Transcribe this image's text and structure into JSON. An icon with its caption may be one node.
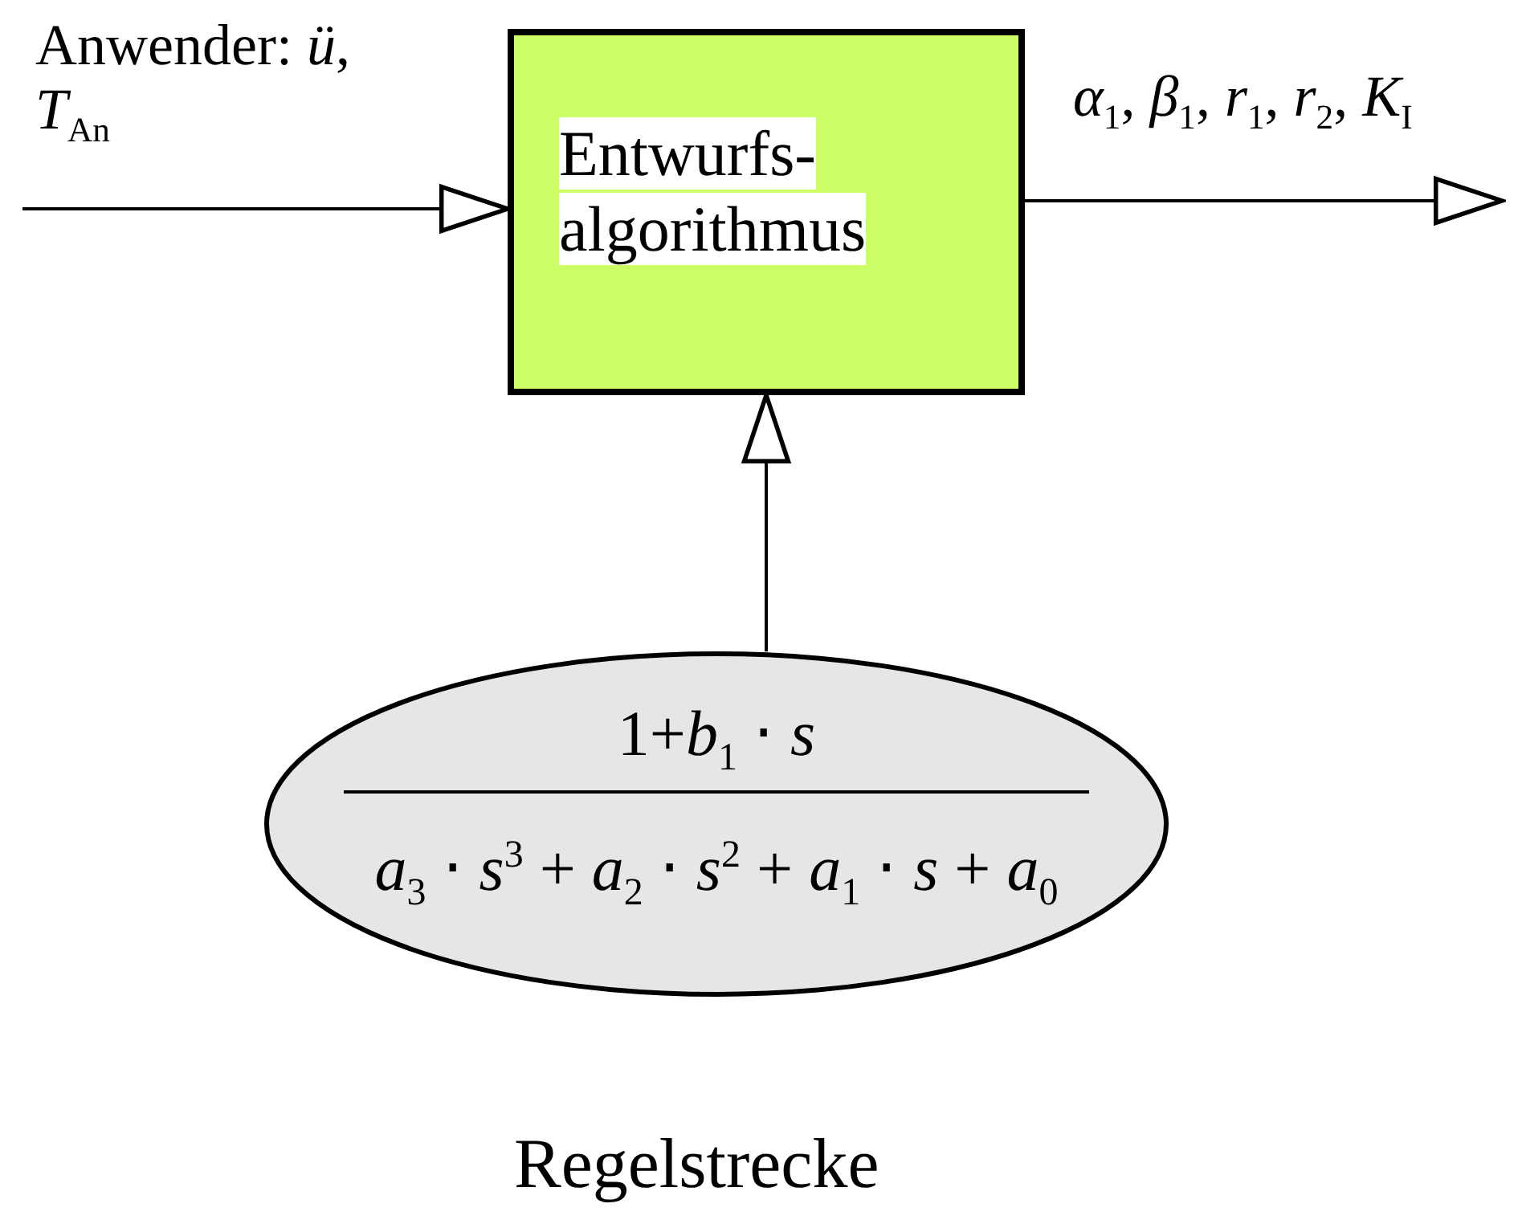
{
  "diagram": {
    "nodes": [
      {
        "text": [
          "Entwurfs- algorithmus"
        ]
      },
      {
        "text": [
          "1+*b*$_{1}$ ⋅ *s*",
          "*a*$_{3}$ ⋅ *s*$^{3}$ + *a*$_{2}$ ⋅ *s*$^{2}$ + *a*$_{1}$ ⋅ *s*  + *a*$_{0}$"
        ],
        "beside": [
          "Regelstrecke"
        ]
      }
    ],
    "edges": [
      {
        "from": null,
        "to": 0,
        "arrow": "to",
        "label": "Anwender: *ü*, *T*$_{An}$"
      },
      {
        "from": 0,
        "to": null,
        "arrow": "to",
        "label": "*α*$_{1}$, *β*$_{1}$, *r*$_{1}$, *r*$_{2}$, *K*$_{I}$"
      },
      {
        "from": 1,
        "to": 0,
        "arrow": "to"
      }
    ]
  }
}
